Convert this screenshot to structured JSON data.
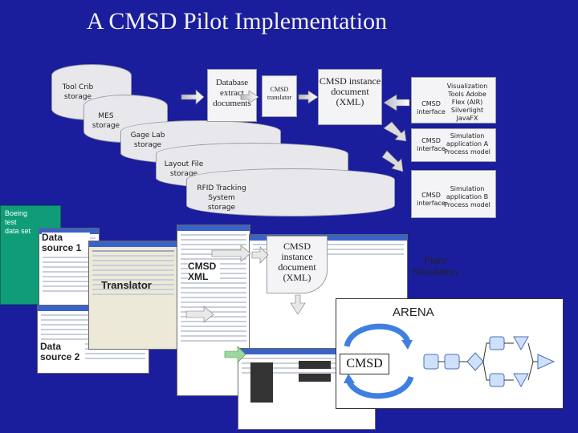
{
  "title": "A CMSD Pilot Implementation",
  "storages": {
    "toolcrib": "Tool Crib storage",
    "mes": "MES storage",
    "gagelab": "Gage Lab storage",
    "layout": "Layout File storage",
    "rfid": "RFID Tracking System storage"
  },
  "docs": {
    "db_extract": "Database extract documents",
    "translator": "CMSD translator",
    "instance_top": "CMSD instance document (XML)",
    "instance_mid": "CMSD instance document (XML)"
  },
  "tools": {
    "interface_label": "CMSD interface",
    "viz": "Visualization Tools Adobe Flex (AIR) Silverlight JavaFX",
    "simA": "Simulation application A Process model",
    "simB": "Simulation application B Process model"
  },
  "boeing": "Boeing test data set",
  "screens": {
    "data_source_1": "Data source 1",
    "data_source_2": "Data source 2",
    "translator": "Translator",
    "cmsd_xml": "CMSD XML",
    "plant_sim": "Plant Simulation",
    "arena": "ARENA",
    "cmsd_arena": "CMSD"
  },
  "colors": {
    "background": "#1a1e9c",
    "boeing_box": "#0e9d78",
    "arrow_fill": "#e8e8e8",
    "arena_loop": "#3f7fe0"
  }
}
